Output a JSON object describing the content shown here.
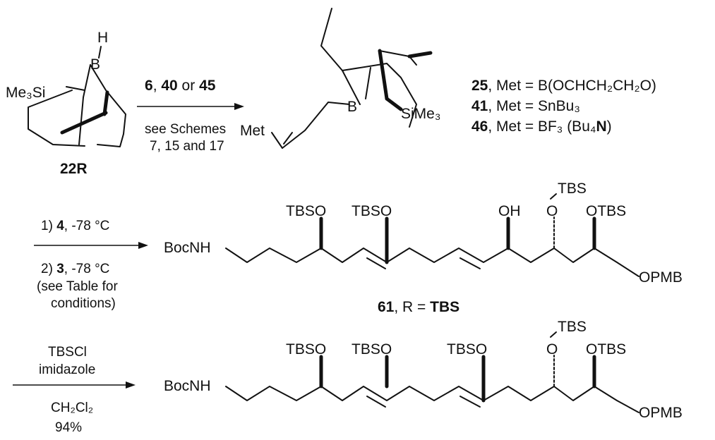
{
  "reagent_22R": {
    "H": "H",
    "B": "B",
    "Me3Si": "Me₃Si",
    "label": "22R"
  },
  "step1": {
    "reagents_bold": [
      "6",
      "40",
      "45"
    ],
    "reagents_sep1": ", ",
    "reagents_sep2": " or ",
    "line2": "see Schemes",
    "line3": "7, 15 and 17"
  },
  "allylborane": {
    "B": "B",
    "SiMe3": "SiMe₃",
    "Met": "Met"
  },
  "legend": [
    {
      "id": "25",
      "text": ", Met = B(OCHCH₂CH₂O)"
    },
    {
      "id": "41",
      "text": ", Met = SnBu₃"
    },
    {
      "id": "46",
      "text": ", Met = BF₃ (Bu₄",
      "bold_tail": "N",
      "tail": ")"
    }
  ],
  "step2": {
    "line1_pre": "1) ",
    "line1_bold": "4",
    "line1_post": ", -78 °C",
    "line2_pre": "2) ",
    "line2_bold": "3",
    "line2_post": ", -78 °C",
    "line3": "(see Table for",
    "line4": "conditions)"
  },
  "compound61": {
    "left_end": "BocNH",
    "right_end": "OPMB",
    "subs": [
      "TBSO",
      "TBSO",
      "OH",
      "TBS",
      "O",
      "OTBS"
    ],
    "label_id": "61",
    "label_mid": ", R = ",
    "label_R": "TBS"
  },
  "step3": {
    "above1": "TBSCl",
    "above2": "imidazole",
    "below1": "CH₂Cl₂",
    "below2": "94%"
  },
  "product": {
    "left_end": "BocNH",
    "right_end": "OPMB",
    "subs": [
      "TBSO",
      "TBSO",
      "TBSO",
      "TBS",
      "O",
      "OTBS"
    ]
  }
}
